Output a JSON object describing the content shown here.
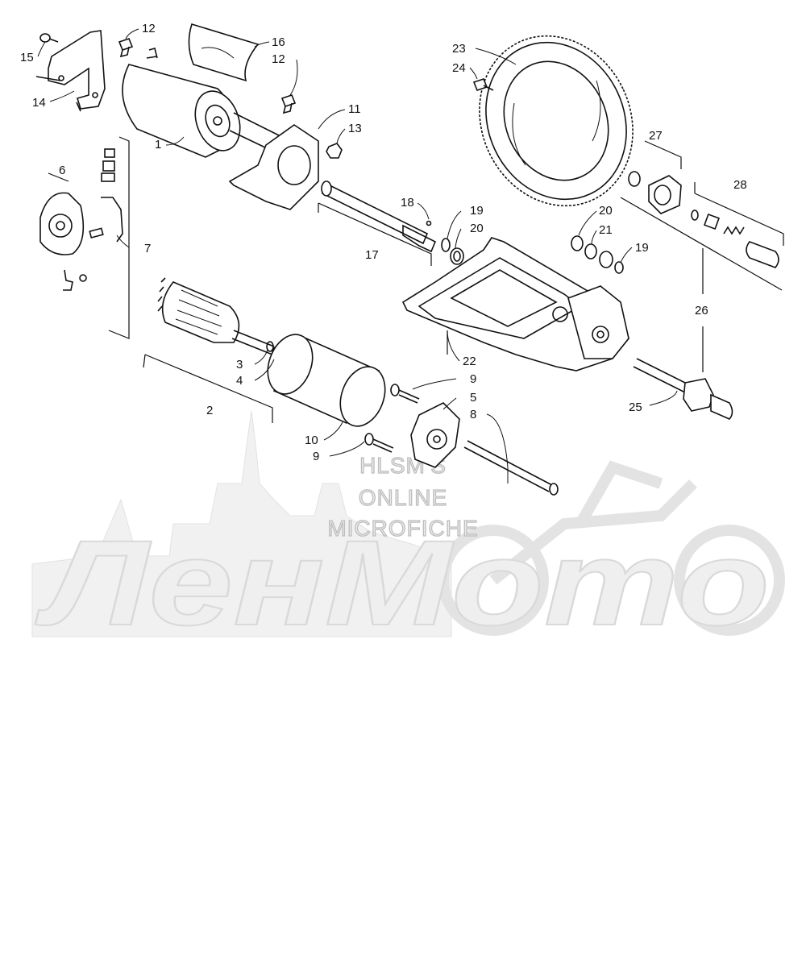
{
  "diagram": {
    "callouts": [
      {
        "id": "c15",
        "text": "15"
      },
      {
        "id": "c14",
        "text": "14"
      },
      {
        "id": "c12a",
        "text": "12"
      },
      {
        "id": "c16",
        "text": "16"
      },
      {
        "id": "c12b",
        "text": "12"
      },
      {
        "id": "c1",
        "text": "1"
      },
      {
        "id": "c11",
        "text": "11"
      },
      {
        "id": "c13",
        "text": "13"
      },
      {
        "id": "c6",
        "text": "6"
      },
      {
        "id": "c7",
        "text": "7"
      },
      {
        "id": "c18",
        "text": "18"
      },
      {
        "id": "c19a",
        "text": "19"
      },
      {
        "id": "c20a",
        "text": "20"
      },
      {
        "id": "c17",
        "text": "17"
      },
      {
        "id": "c23",
        "text": "23"
      },
      {
        "id": "c24",
        "text": "24"
      },
      {
        "id": "c27",
        "text": "27"
      },
      {
        "id": "c28",
        "text": "28"
      },
      {
        "id": "c20b",
        "text": "20"
      },
      {
        "id": "c21",
        "text": "21"
      },
      {
        "id": "c19b",
        "text": "19"
      },
      {
        "id": "c26",
        "text": "26"
      },
      {
        "id": "c22",
        "text": "22"
      },
      {
        "id": "c3",
        "text": "3"
      },
      {
        "id": "c4",
        "text": "4"
      },
      {
        "id": "c2",
        "text": "2"
      },
      {
        "id": "c9a",
        "text": "9"
      },
      {
        "id": "c5",
        "text": "5"
      },
      {
        "id": "c8",
        "text": "8"
      },
      {
        "id": "c25",
        "text": "25"
      },
      {
        "id": "c10",
        "text": "10"
      },
      {
        "id": "c9b",
        "text": "9"
      }
    ]
  },
  "watermark": {
    "line1": "HLSM'S",
    "line2": "ONLINE",
    "line3": "MICROFICHE",
    "logo": "ЛенМото"
  }
}
